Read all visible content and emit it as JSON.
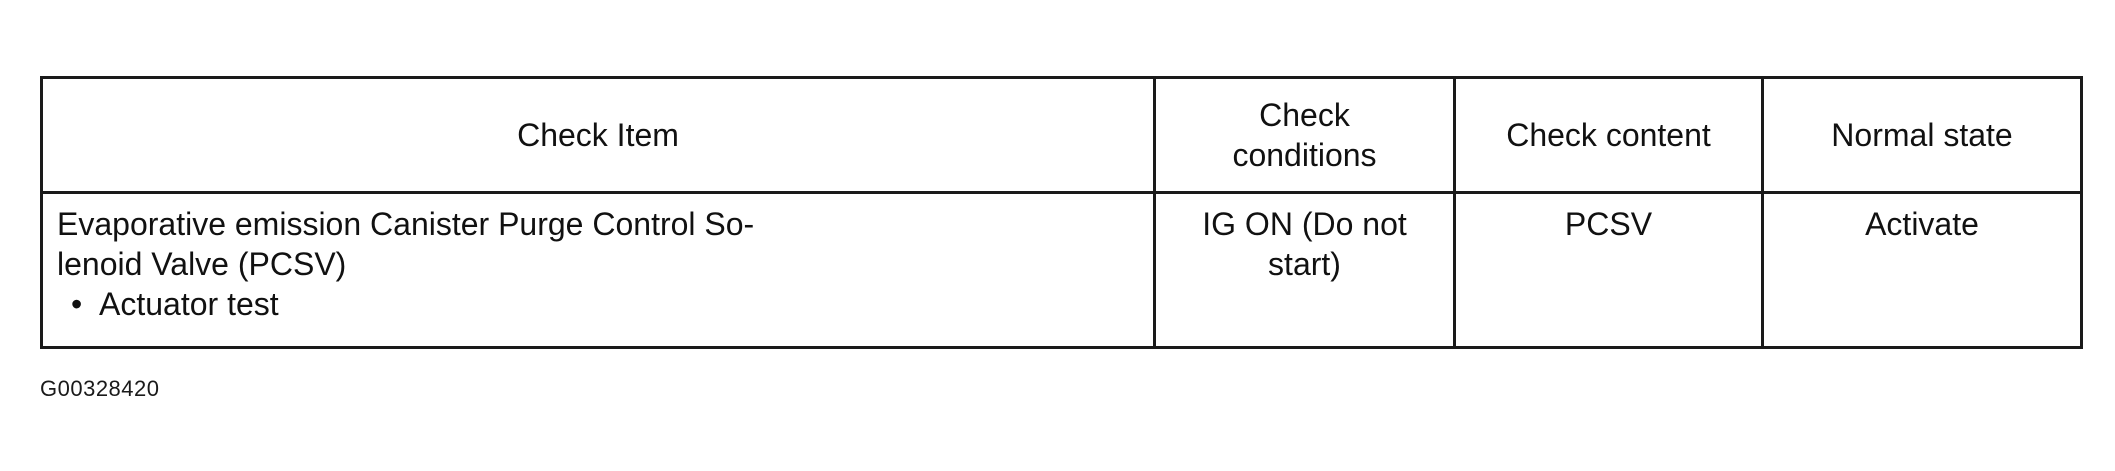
{
  "table": {
    "headers": {
      "check_item": "Check Item",
      "check_conditions_line1": "Check",
      "check_conditions_line2": "conditions",
      "check_content": "Check content",
      "normal_state": "Normal state"
    },
    "rows": [
      {
        "item_line1": "Evaporative emission Canister Purge Control So-",
        "item_line2": "lenoid Valve (PCSV)",
        "bullet_symbol": "•",
        "bullet_text": "Actuator test",
        "conditions_line1": "IG ON (Do not",
        "conditions_line2": "start)",
        "content": "PCSV",
        "state": "Activate"
      }
    ]
  },
  "figure_code": "G00328420"
}
